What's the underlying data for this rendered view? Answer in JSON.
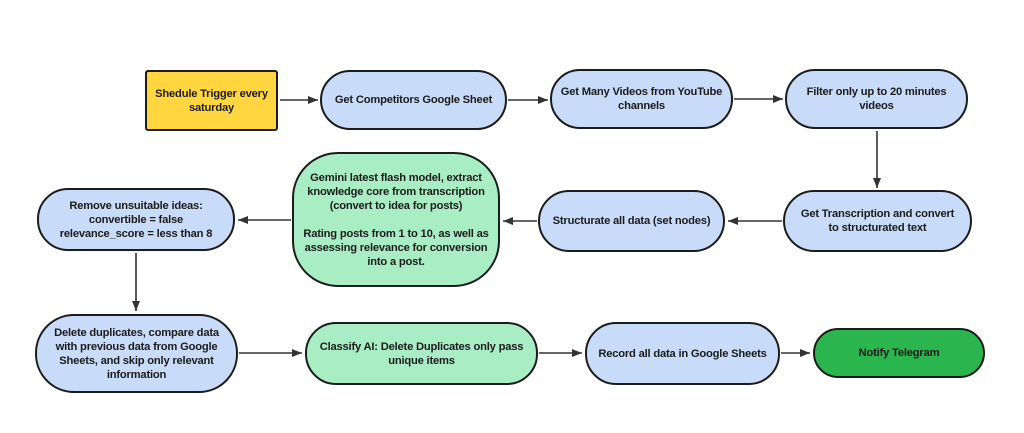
{
  "diagram": {
    "type": "flowchart",
    "colors": {
      "yellow": "#FFD63F",
      "blue": "#C8DBF8",
      "mint": "#A8EDC4",
      "green": "#2BB54E",
      "border": "#1C1C1C",
      "arrow": "#333333",
      "text": "#1C1C1C"
    },
    "nodes": {
      "schedule_trigger": {
        "label": "Shedule Trigger every\nsaturday",
        "shape": "rectangle",
        "fill": "yellow"
      },
      "get_competitors": {
        "label": "Get Competitors Google Sheet",
        "shape": "pill",
        "fill": "blue"
      },
      "get_many_videos": {
        "label": "Get Many Videos from YouTube\nchannels",
        "shape": "pill",
        "fill": "blue"
      },
      "filter_videos": {
        "label": "Filter only up to 20 minutes\nvideos",
        "shape": "pill",
        "fill": "blue"
      },
      "get_transcription": {
        "label": "Get Transcription and convert\nto structurated text",
        "shape": "pill",
        "fill": "blue"
      },
      "structurate_data": {
        "label": "Structurate all data (set nodes)",
        "shape": "pill",
        "fill": "blue"
      },
      "gemini_extract": {
        "label": "Gemini latest flash model, extract\nknowledge core from transcription\n(convert to idea for posts)\n\nRating posts from 1 to 10, as well as\nassessing relevance for conversion\ninto a post.",
        "shape": "rounded",
        "fill": "mint"
      },
      "remove_unsuitable": {
        "label": "Remove unsuitable ideas:\nconvertible = false\nrelevance_score = less than 8",
        "shape": "pill",
        "fill": "blue"
      },
      "delete_duplicates": {
        "label": "Delete duplicates, compare data\nwith previous data from Google\nSheets, and skip only relevant\ninformation",
        "shape": "pill",
        "fill": "blue"
      },
      "classify_ai": {
        "label": "Classify AI: Delete Duplicates only pass\nunique items",
        "shape": "pill",
        "fill": "mint"
      },
      "record_data": {
        "label": "Record all data in Google Sheets",
        "shape": "pill",
        "fill": "blue"
      },
      "notify_telegram": {
        "label": "Notify Telegram",
        "shape": "pill",
        "fill": "green"
      }
    },
    "edges": [
      {
        "from": "schedule_trigger",
        "to": "get_competitors"
      },
      {
        "from": "get_competitors",
        "to": "get_many_videos"
      },
      {
        "from": "get_many_videos",
        "to": "filter_videos"
      },
      {
        "from": "filter_videos",
        "to": "get_transcription"
      },
      {
        "from": "get_transcription",
        "to": "structurate_data"
      },
      {
        "from": "structurate_data",
        "to": "gemini_extract"
      },
      {
        "from": "gemini_extract",
        "to": "remove_unsuitable"
      },
      {
        "from": "remove_unsuitable",
        "to": "delete_duplicates"
      },
      {
        "from": "delete_duplicates",
        "to": "classify_ai"
      },
      {
        "from": "classify_ai",
        "to": "record_data"
      },
      {
        "from": "record_data",
        "to": "notify_telegram"
      }
    ]
  }
}
